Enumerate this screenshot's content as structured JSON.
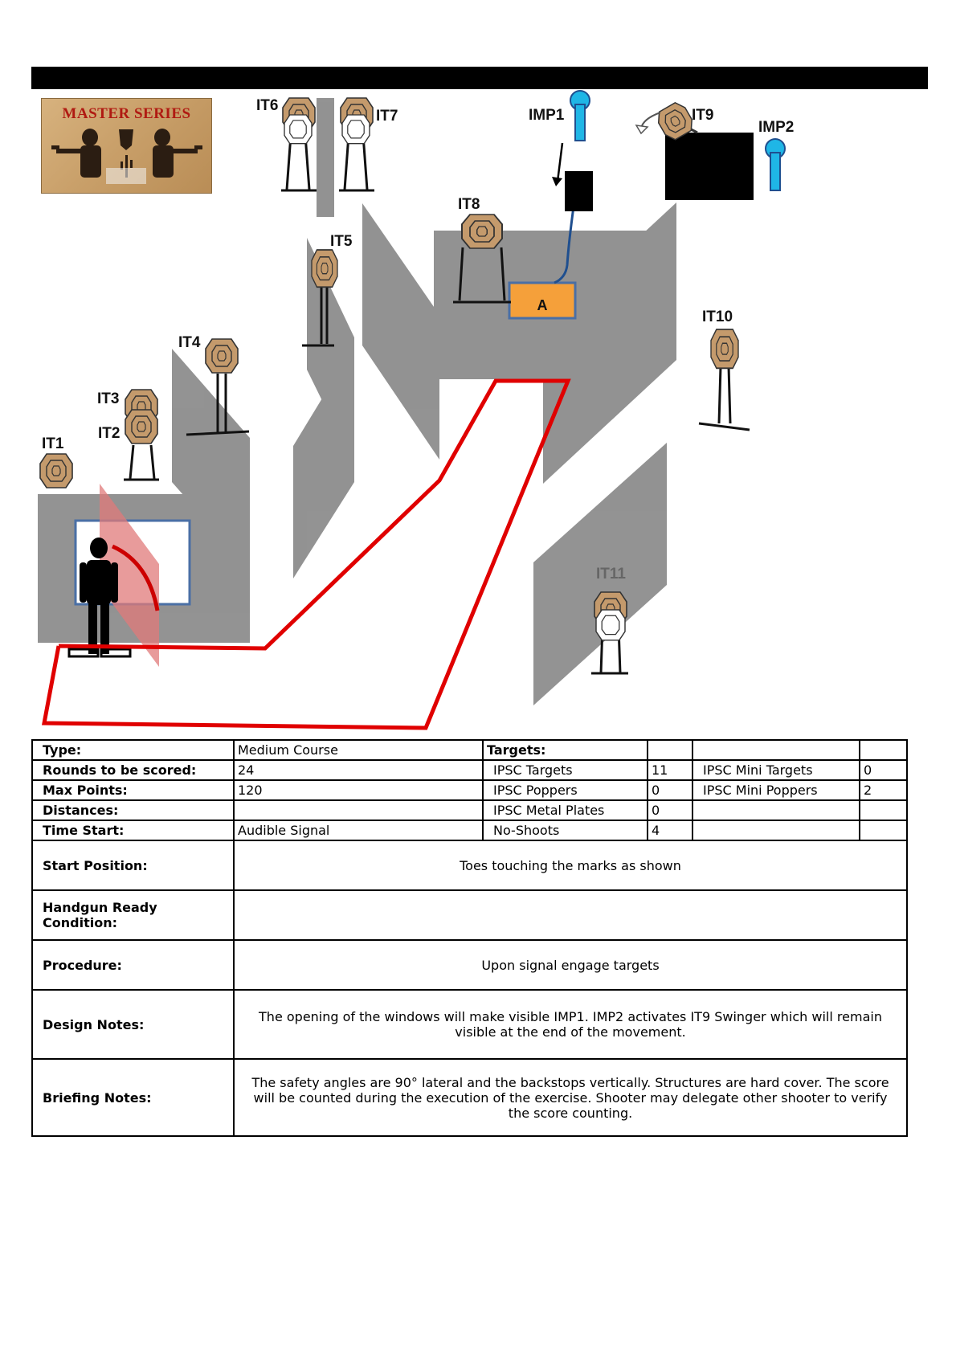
{
  "logo": {
    "title": "MASTER SERIES"
  },
  "diagram": {
    "targets": [
      "IT1",
      "IT2",
      "IT3",
      "IT4",
      "IT5",
      "IT6",
      "IT7",
      "IT8",
      "IT9",
      "IT10",
      "IT11"
    ],
    "poppers": [
      "IMP1",
      "IMP2"
    ],
    "box_label": "A",
    "colors": {
      "structure": "#808080",
      "path": "#e00000",
      "target": "#c49a6c",
      "popper": "#1fb6e6",
      "box": "#f5a03a"
    }
  },
  "info": {
    "type_label": "Type:",
    "type_value": "Medium Course",
    "rounds_label": "Rounds to be scored:",
    "rounds_value": "24",
    "max_label": "Max Points:",
    "max_value": "120",
    "dist_label": "Distances:",
    "dist_value": "",
    "time_label": "Time Start:",
    "time_value": "Audible Signal",
    "targets_header": "Targets:",
    "ipsc_targets_label": "IPSC Targets",
    "ipsc_targets_value": "11",
    "ipsc_poppers_label": "IPSC Poppers",
    "ipsc_poppers_value": "0",
    "metal_plates_label": "IPSC Metal Plates",
    "metal_plates_value": "0",
    "noshoots_label": "No-Shoots",
    "noshoots_value": "4",
    "mini_targets_label": "IPSC Mini Targets",
    "mini_targets_value": "0",
    "mini_poppers_label": "IPSC Mini Poppers",
    "mini_poppers_value": "2",
    "start_label": "Start Position:",
    "start_value": "Toes touching the marks as shown",
    "ready_label": "Handgun Ready Condition:",
    "ready_value": "",
    "procedure_label": "Procedure:",
    "procedure_value": "Upon signal engage targets",
    "design_label": "Design Notes:",
    "design_value": "The opening of the windows will make visible IMP1. IMP2 activates IT9 Swinger which will remain visible at the end of the movement.",
    "briefing_label": "Briefing Notes:",
    "briefing_value": "The safety angles are 90° lateral and the backstops vertically. Structures are hard cover.  The score will be counted during the execution of the exercise.  Shooter may delegate other shooter to verify the score counting."
  }
}
